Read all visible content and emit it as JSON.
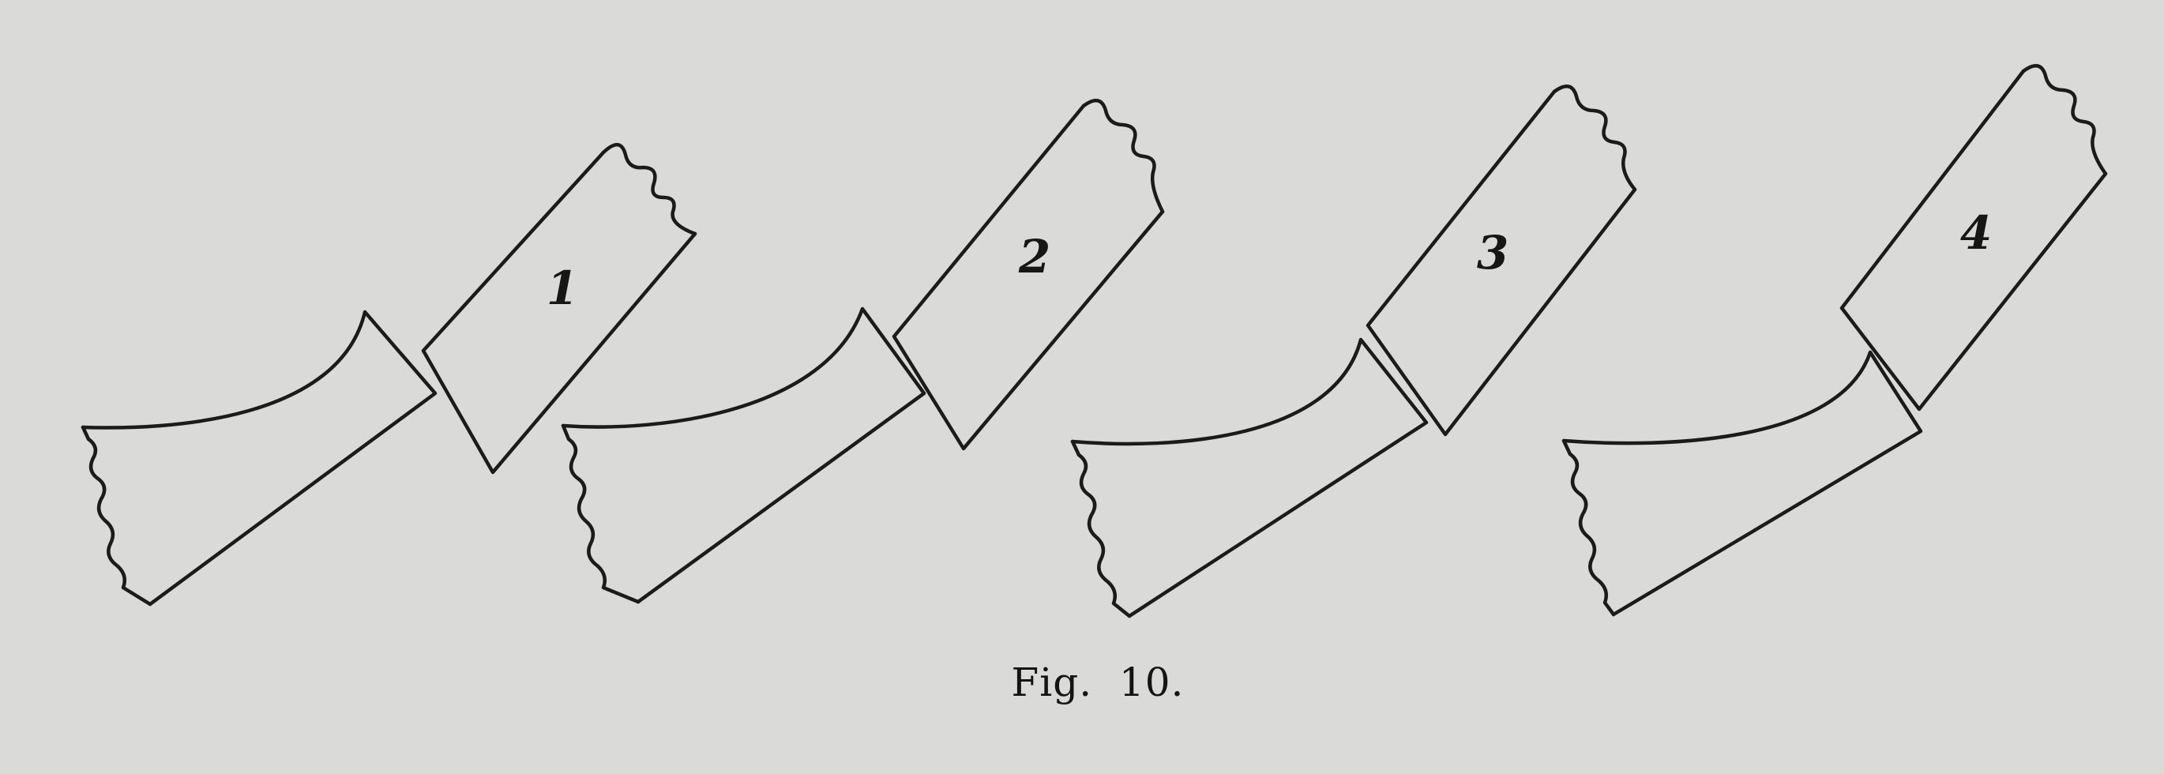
{
  "figure": {
    "caption": "Fig.  10.",
    "panels": [
      {
        "label": "1"
      },
      {
        "label": "2"
      },
      {
        "label": "3"
      },
      {
        "label": "4"
      }
    ]
  }
}
